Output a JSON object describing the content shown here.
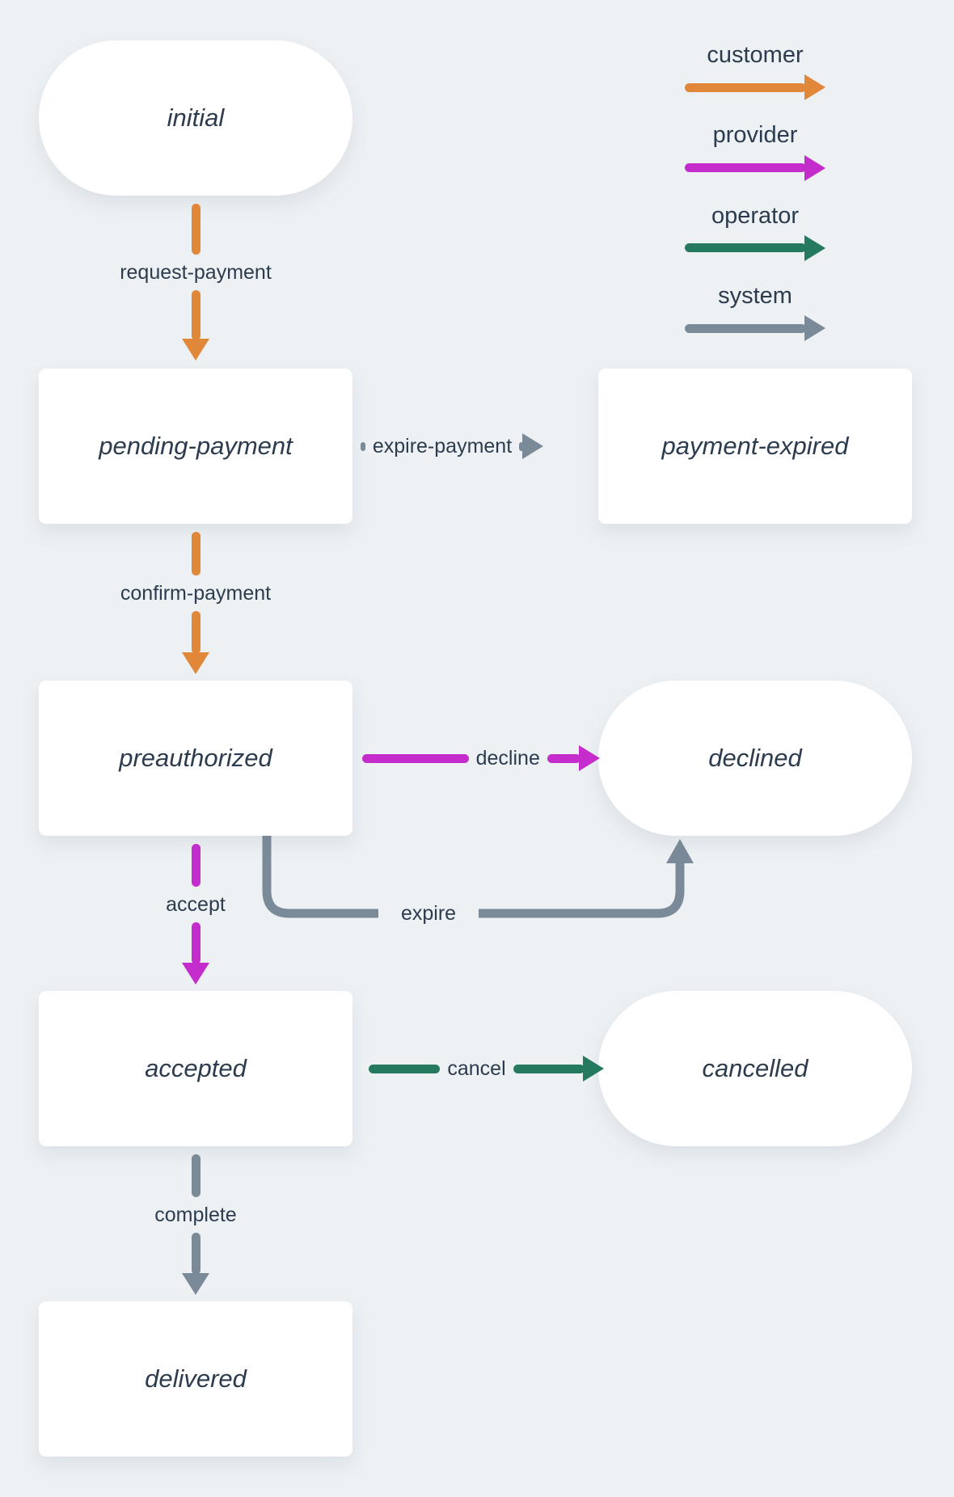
{
  "colors": {
    "customer": "#e0873a",
    "provider": "#c42ccb",
    "operator": "#24795e",
    "system": "#7b8a98",
    "text": "#2c3c4e",
    "background": "#edf1f4",
    "node_background": "#ffffff"
  },
  "legend": {
    "items": [
      {
        "label": "customer",
        "actor": "customer"
      },
      {
        "label": "provider",
        "actor": "provider"
      },
      {
        "label": "operator",
        "actor": "operator"
      },
      {
        "label": "system",
        "actor": "system"
      }
    ]
  },
  "nodes": [
    {
      "id": "initial",
      "label": "initial",
      "shape": "pill"
    },
    {
      "id": "pending-payment",
      "label": "pending-payment",
      "shape": "rect"
    },
    {
      "id": "payment-expired",
      "label": "payment-expired",
      "shape": "rect"
    },
    {
      "id": "preauthorized",
      "label": "preauthorized",
      "shape": "rect"
    },
    {
      "id": "declined",
      "label": "declined",
      "shape": "pill"
    },
    {
      "id": "accepted",
      "label": "accepted",
      "shape": "rect"
    },
    {
      "id": "cancelled",
      "label": "cancelled",
      "shape": "pill"
    },
    {
      "id": "delivered",
      "label": "delivered",
      "shape": "rect"
    }
  ],
  "edges": [
    {
      "from": "initial",
      "to": "pending-payment",
      "label": "request-payment",
      "actor": "customer",
      "direction": "down"
    },
    {
      "from": "pending-payment",
      "to": "payment-expired",
      "label": "expire-payment",
      "actor": "system",
      "direction": "right"
    },
    {
      "from": "pending-payment",
      "to": "preauthorized",
      "label": "confirm-payment",
      "actor": "customer",
      "direction": "down"
    },
    {
      "from": "preauthorized",
      "to": "declined",
      "label": "decline",
      "actor": "provider",
      "direction": "right"
    },
    {
      "from": "preauthorized",
      "to": "accepted",
      "label": "accept",
      "actor": "provider",
      "direction": "down"
    },
    {
      "from": "preauthorized",
      "to": "declined",
      "label": "expire",
      "actor": "system",
      "direction": "curve-right-up"
    },
    {
      "from": "accepted",
      "to": "cancelled",
      "label": "cancel",
      "actor": "operator",
      "direction": "right"
    },
    {
      "from": "accepted",
      "to": "delivered",
      "label": "complete",
      "actor": "system",
      "direction": "down"
    }
  ]
}
